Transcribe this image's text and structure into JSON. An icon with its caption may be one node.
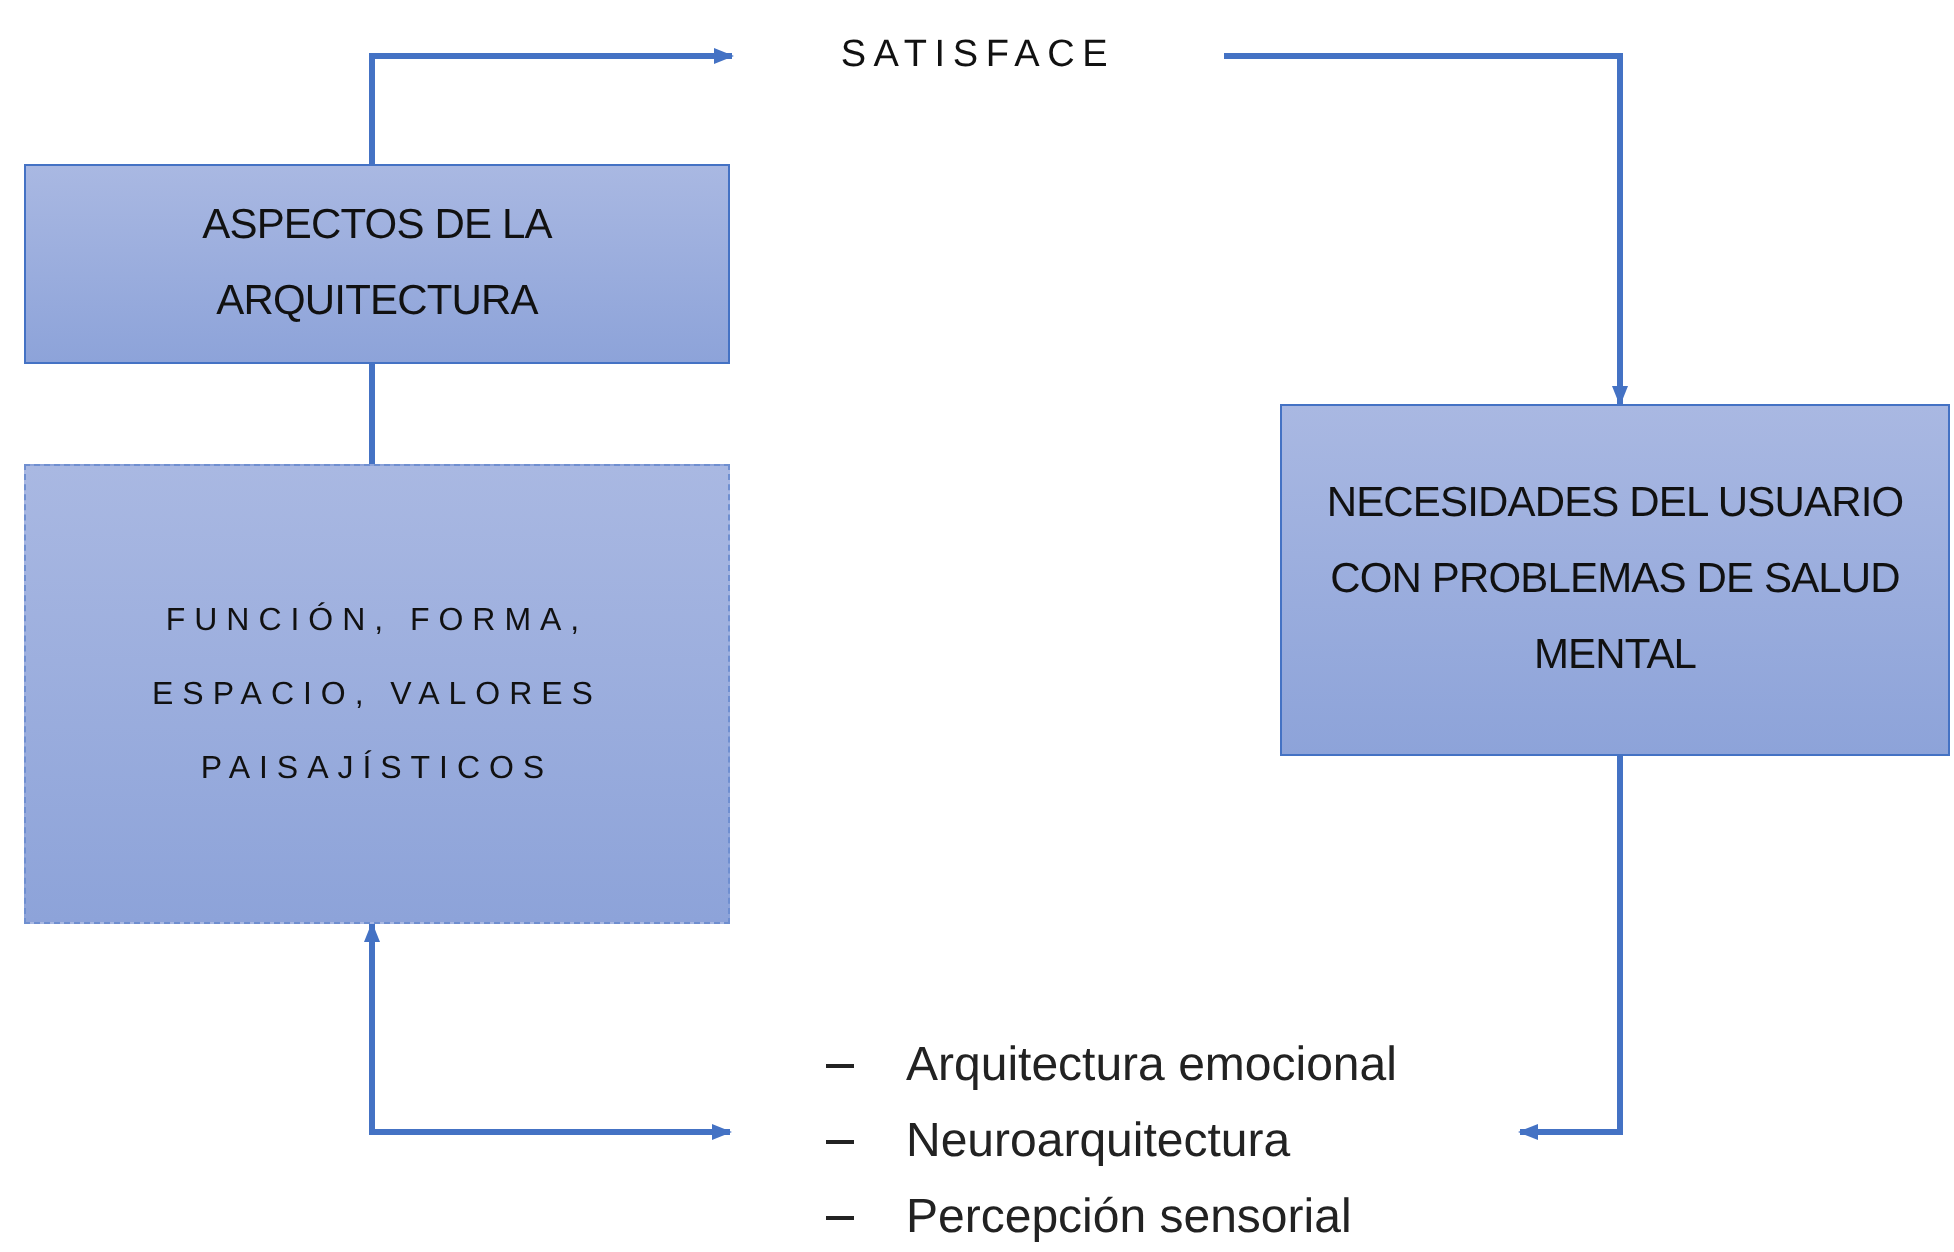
{
  "diagram": {
    "nodes": [
      {
        "text": [
          "ASPECTOS DE LA ARQUITECTURA"
        ]
      },
      {
        "text": [
          "FUNCIÓN, FORMA, ESPACIO, VALORES PAISAJÍSTICOS"
        ]
      },
      {
        "text": [
          "SATISFACE"
        ]
      },
      {
        "text": [
          "NECESIDADES DEL USUARIO CON PROBLEMAS DE SALUD MENTAL"
        ]
      },
      {
        "text": [
          "Arquitectura emocional",
          "Neuroarquitectura",
          "Percepción sensorial"
        ]
      }
    ],
    "edges": [
      {
        "from": 0,
        "to": 2,
        "arrow": "to"
      },
      {
        "from": 2,
        "to": 3,
        "arrow": "to"
      },
      {
        "from": 0,
        "to": 1,
        "arrow": "none"
      },
      {
        "from": 3,
        "to": 4,
        "arrow": "to"
      },
      {
        "from": 4,
        "to": 1,
        "arrow": "both"
      }
    ]
  }
}
